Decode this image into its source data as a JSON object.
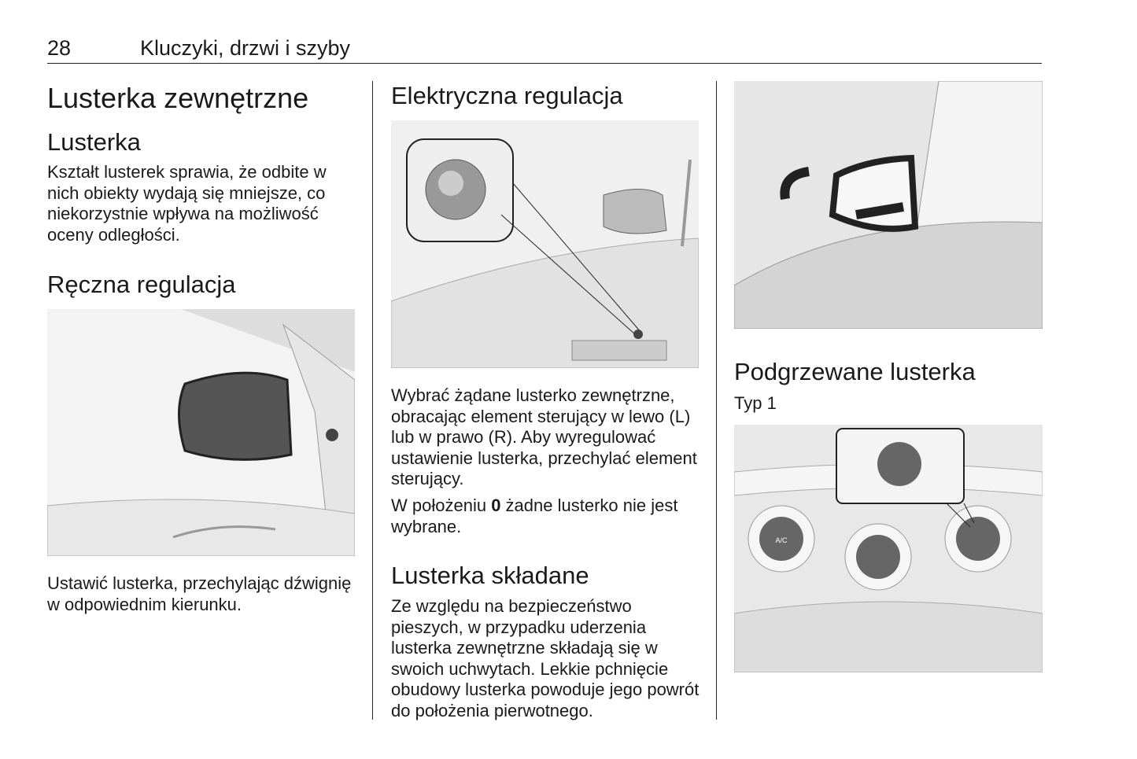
{
  "header": {
    "page_number": "28",
    "chapter_title": "Kluczyki, drzwi i szyby"
  },
  "col1": {
    "title": "Lusterka zewnętrzne",
    "sub1": "Lusterka",
    "sub1_text": "Kształt lusterek sprawia, że odbite w nich obiekty wydają się mniejsze, co niekorzystnie wpływa na możliwość oceny odległości.",
    "sub2": "Ręczna regulacja",
    "sub2_text": "Ustawić lusterka, przechylając dźwignię w odpowiednim kierunku."
  },
  "col2": {
    "sub1": "Elektryczna regulacja",
    "para1": "Wybrać żądane lusterko zewnętrzne, obracając element sterujący w lewo (L) lub w prawo (R). Aby wyregulować ustawienie lusterka, przechylać element sterujący.",
    "para2_a": "W położeniu ",
    "para2_b": "0",
    "para2_c": " żadne lusterko nie jest wybrane.",
    "sub2": "Lusterka składane",
    "sub2_text": "Ze względu na bezpieczeństwo pieszych, w przypadku uderzenia lusterka zewnętrzne składają się w swoich uchwytach. Lekkie pchnięcie obudowy lusterka powoduje jego powrót do położenia pierwotnego."
  },
  "col3": {
    "sub1": "Podgrzewane lusterka",
    "type": "Typ 1",
    "knob_label": "A/C"
  }
}
